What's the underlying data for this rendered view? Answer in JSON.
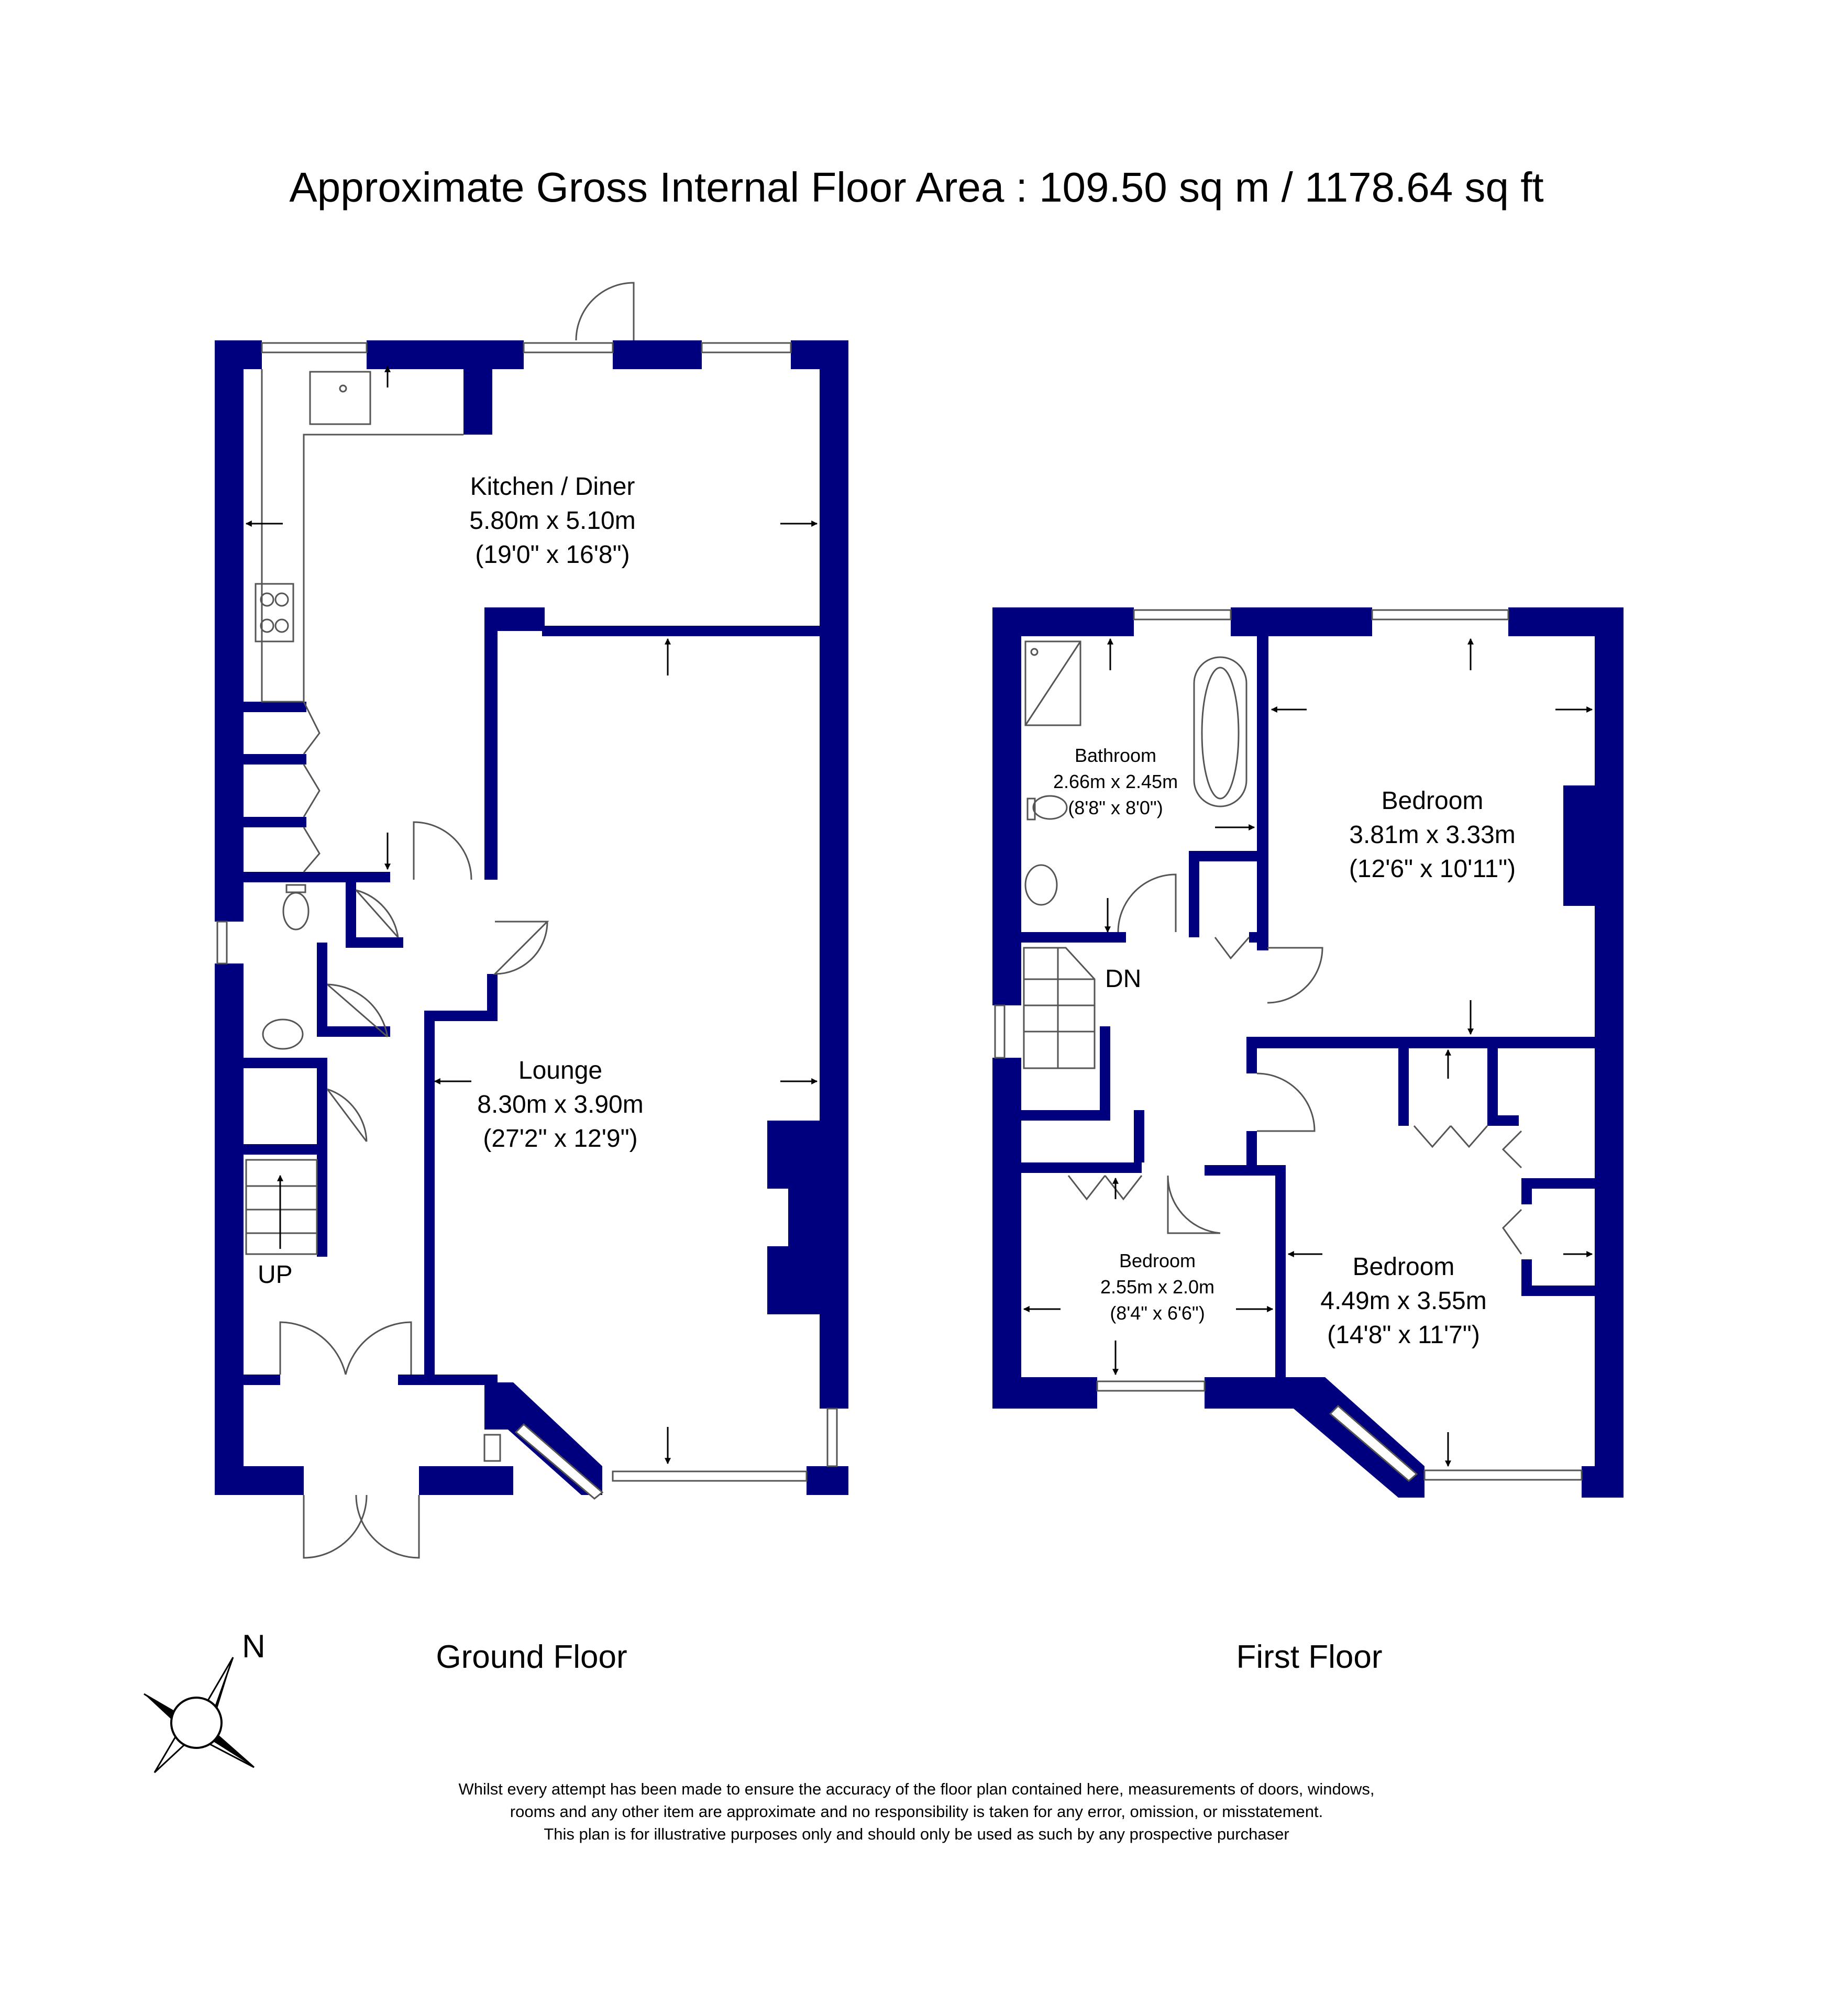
{
  "title": "Approximate Gross Internal Floor Area : 109.50 sq m / 1178.64 sq ft",
  "colors": {
    "wall": "#00007f",
    "fixture_line": "#555555",
    "background": "#ffffff"
  },
  "floors": [
    {
      "label": "Ground Floor",
      "rooms": [
        {
          "name": "Kitchen / Diner",
          "metric": "5.80m x 5.10m",
          "imperial": "(19'0\" x 16'8\")"
        },
        {
          "name": "Lounge",
          "metric": "8.30m x 3.90m",
          "imperial": "(27'2\" x 12'9\")"
        }
      ],
      "stairs_label": "UP"
    },
    {
      "label": "First Floor",
      "rooms": [
        {
          "name": "Bathroom",
          "metric": "2.66m x 2.45m",
          "imperial": "(8'8\" x 8'0\")"
        },
        {
          "name": "Bedroom",
          "metric": "3.81m x 3.33m",
          "imperial": "(12'6\" x 10'11\")"
        },
        {
          "name": "Bedroom",
          "metric": "2.55m x 2.0m",
          "imperial": "(8'4\" x 6'6\")"
        },
        {
          "name": "Bedroom",
          "metric": "4.49m x 3.55m",
          "imperial": "(14'8\" x 11'7\")"
        }
      ],
      "stairs_label": "DN"
    }
  ],
  "compass": {
    "label": "N",
    "icon": "compass-rose-icon"
  },
  "disclaimer": [
    "Whilst every attempt has been made to ensure the accuracy of the floor plan contained here, measurements of doors, windows,",
    "rooms and any other item are approximate and no responsibility is taken for any error, omission, or misstatement.",
    "This plan is for illustrative purposes only and should only be used as such by any prospective purchaser"
  ]
}
